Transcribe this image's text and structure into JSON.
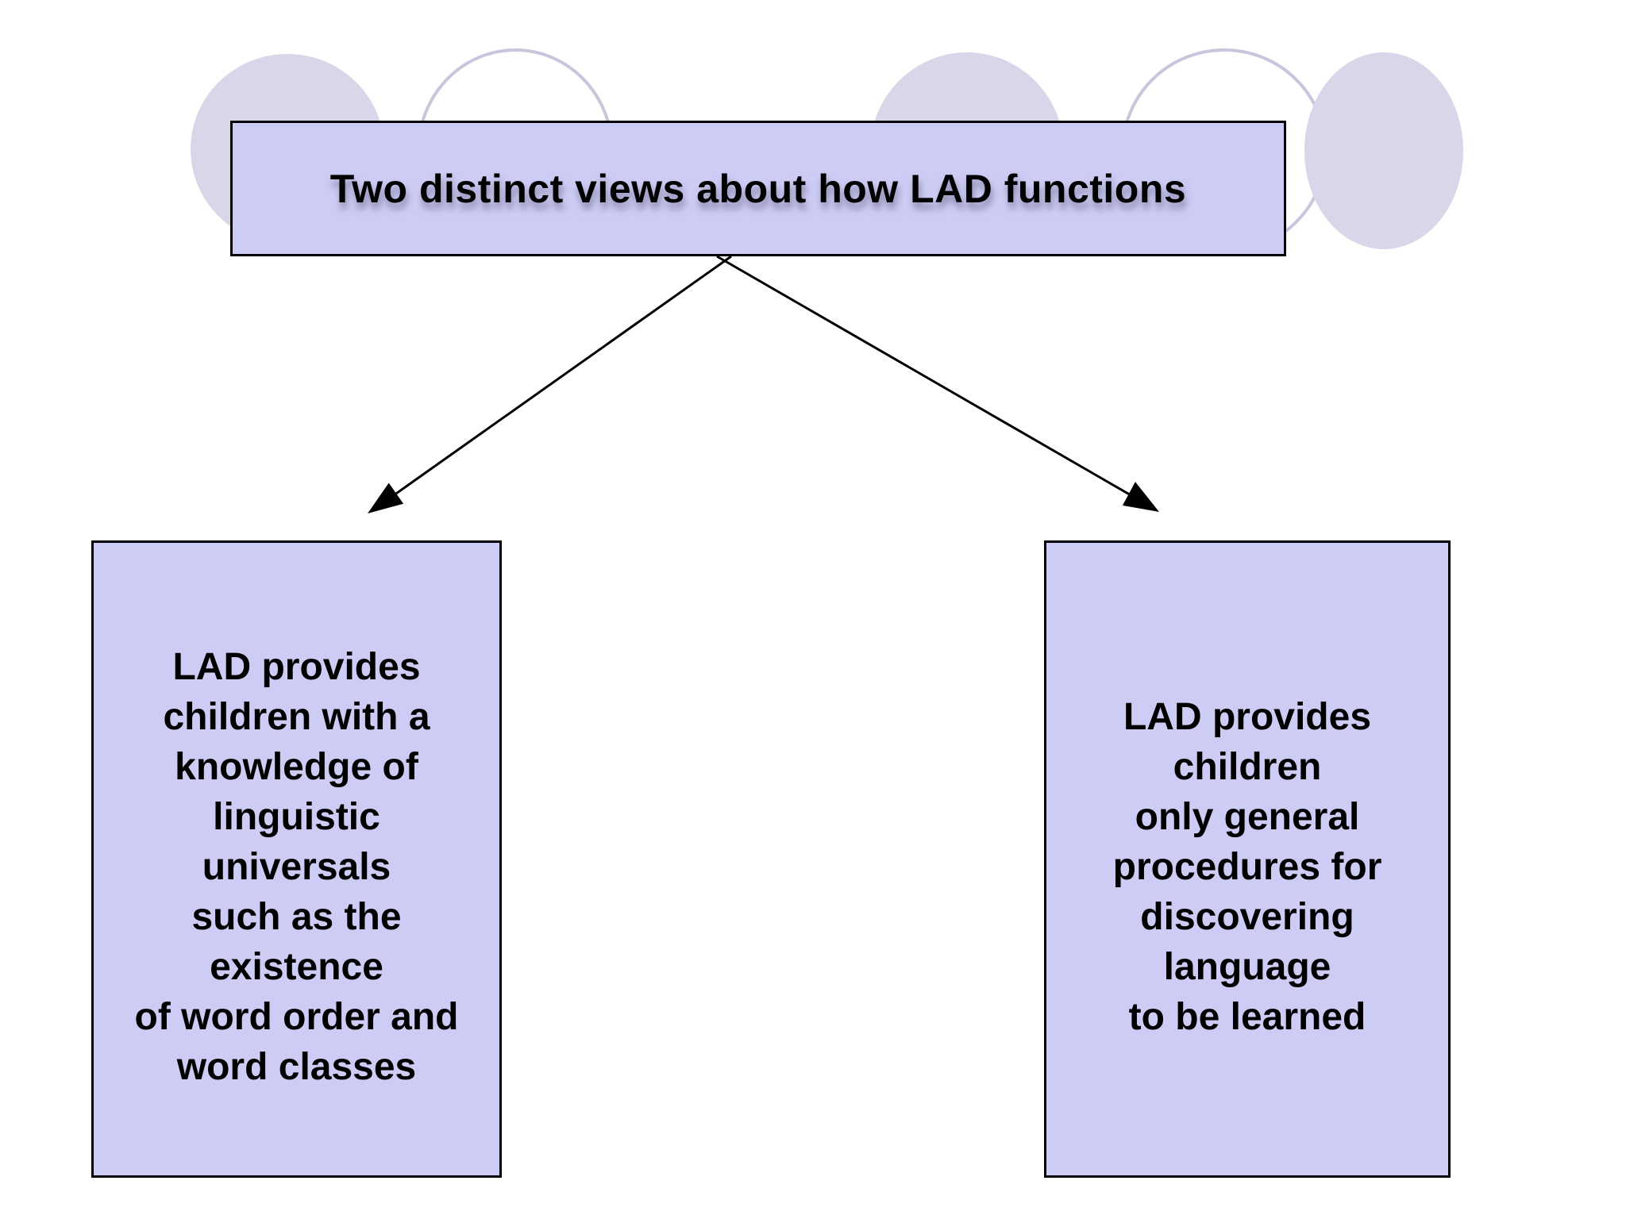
{
  "slide": {
    "title": {
      "text": "Two distinct views about how LAD functions"
    },
    "boxes": {
      "left": {
        "lines": [
          "LAD provides",
          "children with a",
          "knowledge of",
          "linguistic",
          "universals",
          "such as the",
          "existence",
          "of word order and",
          "word classes"
        ]
      },
      "right": {
        "lines": [
          "LAD provides",
          "children",
          "only general",
          "procedures for",
          "discovering",
          "language",
          "to be learned"
        ]
      }
    },
    "decor_circles": [
      {
        "name": "circle-1",
        "style": "filled"
      },
      {
        "name": "circle-2",
        "style": "outlined"
      },
      {
        "name": "circle-3",
        "style": "filled"
      },
      {
        "name": "circle-4",
        "style": "outlined"
      },
      {
        "name": "circle-5",
        "style": "filled"
      }
    ],
    "colors": {
      "background": "#ffffff",
      "box_fill": "#cdccf4",
      "box_border": "#000000",
      "text": "#000000",
      "arrow": "#000000",
      "circle_fill": "#d8d7e9",
      "circle_outline": "#c7c6dc"
    }
  }
}
